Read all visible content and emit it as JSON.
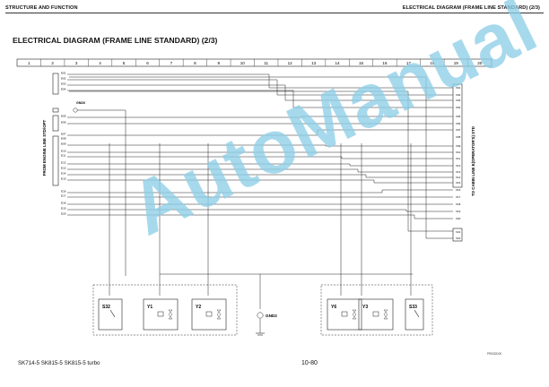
{
  "header": {
    "left": "STRUCTURE AND FUNCTION",
    "right": "ELECTRICAL DIAGRAM (FRAME LINE STANDARD)  (2/3)"
  },
  "title": "ELECTRICAL DIAGRAM (FRAME LINE STANDARD)  (2/3)",
  "grid_columns": [
    "1",
    "2",
    "3",
    "4",
    "5",
    "6",
    "7",
    "8",
    "9",
    "10",
    "11",
    "12",
    "13",
    "14",
    "15",
    "16",
    "17",
    "18",
    "19",
    "20"
  ],
  "side_labels": {
    "left": "FROM ENGINE LINE STD/OPT",
    "right": "TO CABIN LINE E(OPERATOR'S) STD"
  },
  "left_connectors": [
    "E01",
    "E02",
    "E03",
    "E04",
    "E05",
    "E06",
    "E07",
    "E08",
    "E09",
    "E10",
    "E11",
    "E12",
    "E13",
    "E14",
    "E15",
    "E16",
    "E17",
    "E18",
    "E19",
    "E20"
  ],
  "right_connectors": [
    "X01",
    "X02",
    "X03",
    "X04",
    "X05",
    "X06",
    "X07",
    "X08",
    "X09",
    "X10",
    "X11",
    "X12",
    "X13",
    "X14",
    "X15",
    "X16",
    "X17",
    "X18",
    "X19",
    "X20",
    "X21",
    "X22"
  ],
  "ground_labels": {
    "left": "GND0",
    "bottom": "GND2"
  },
  "components": [
    {
      "id": "S32",
      "label": "S32"
    },
    {
      "id": "Y1",
      "label": "Y1"
    },
    {
      "id": "Y2",
      "label": "Y2"
    },
    {
      "id": "Y6",
      "label": "Y6"
    },
    {
      "id": "Y3",
      "label": "Y3"
    },
    {
      "id": "S33",
      "label": "S33"
    }
  ],
  "footer": {
    "models": "SK714-5  SK815-5  SK815-5 turbo",
    "page": "10-80",
    "ref": "PR00DD00"
  },
  "watermark": "AutoManual"
}
